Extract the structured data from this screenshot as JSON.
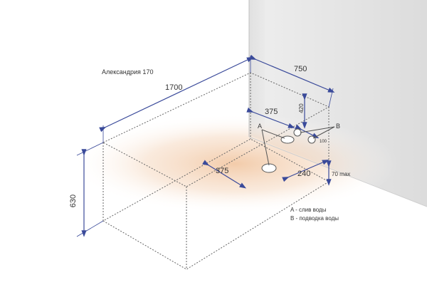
{
  "title": "Александрия 170",
  "dimensions": {
    "length": "1700",
    "width": "750",
    "height": "630",
    "drain_offset_side": "375",
    "drain_offset_front": "375",
    "drain_offset_back": "240",
    "supply_height": "420",
    "supply_spacing": "100",
    "floor_gap": "70 max"
  },
  "markers": {
    "a": "A",
    "b": "B"
  },
  "legend": {
    "a": "A - слив воды",
    "b": "B - подводка воды"
  },
  "colors": {
    "dimension_line": "#3a4a9a",
    "outline": "#555555",
    "floor_glow": "#f2c9a6"
  }
}
